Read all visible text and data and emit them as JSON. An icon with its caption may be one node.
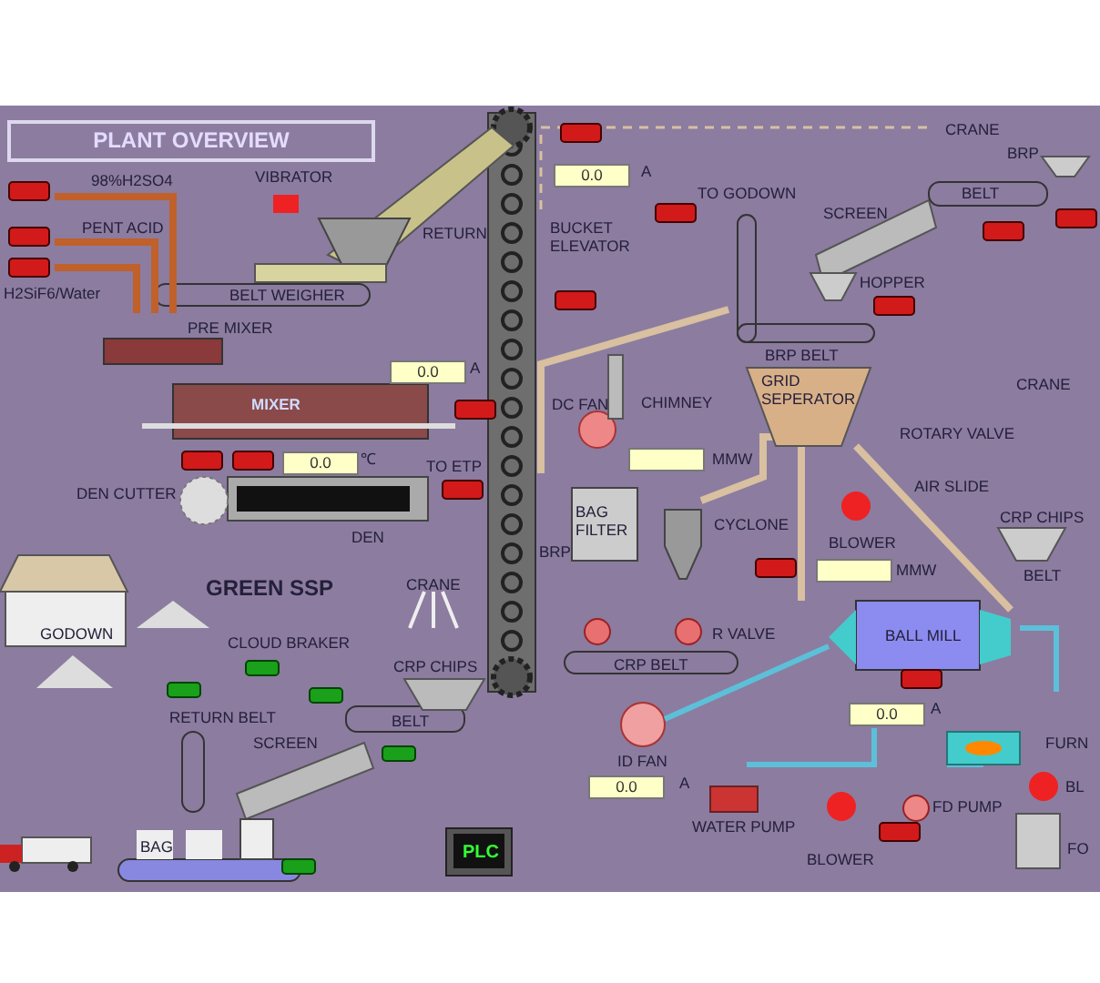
{
  "diagram": {
    "title": "PLANT OVERVIEW",
    "labels": [
      "98%H2SO4",
      "VIBRATOR",
      "CRANE",
      "0.0",
      "A",
      "TO GODOWN",
      "BRP",
      "BELT",
      "PENT ACID",
      "RETURN",
      "BUCKET ELEVATOR",
      "SCREEN",
      "H2SiF6/Water",
      "BELT WEIGHER",
      "HOPPER",
      "PRE MIXER",
      "BRP BELT",
      "0.0",
      "A",
      "GRID SEPERATOR",
      "CRANE",
      "MIXER",
      "DC FAN",
      "CHIMNEY",
      "ROTARY VALVE",
      "0.0",
      "℃",
      "TO ETP",
      "MMW",
      "DEN CUTTER",
      "AIR SLIDE",
      "BAG FILTER",
      "CRP CHIPS",
      "CYCLONE",
      "DEN",
      "BLOWER",
      "BRP",
      "MMW",
      "BELT",
      "CRANE",
      "GREEN SSP",
      "GODOWN",
      "R VALVE",
      "BALL MILL",
      "CLOUD BRAKER",
      "CRP CHIPS",
      "CRP BELT",
      "0.0",
      "A",
      "RETURN BELT",
      "BELT",
      "SCREEN",
      "FURN",
      "ID FAN",
      "0.0",
      "A",
      "BL",
      "FD PUMP",
      "WATER PUMP",
      "BAG",
      "PLC",
      "FO",
      "BLOWER"
    ]
  }
}
